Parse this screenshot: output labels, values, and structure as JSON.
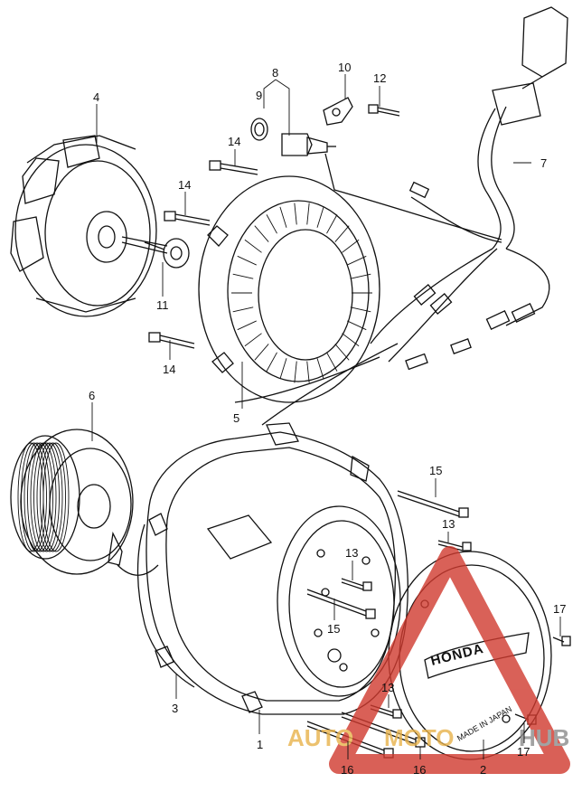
{
  "callouts": {
    "c1": "1",
    "c2": "2",
    "c3": "3",
    "c4": "4",
    "c5": "5",
    "c6": "6",
    "c7": "7",
    "c8": "8",
    "c9": "9",
    "c10": "10",
    "c11": "11",
    "c12": "12",
    "c13a": "13",
    "c13b": "13",
    "c13c": "13",
    "c14a": "14",
    "c14b": "14",
    "c14c": "14",
    "c15a": "15",
    "c15b": "15",
    "c16a": "16",
    "c16b": "16",
    "c17a": "17",
    "c17b": "17"
  },
  "badge": {
    "brand": "HONDA",
    "made_in": "MADE IN JAPAN"
  },
  "watermark": {
    "left": "AUTO",
    "middle": "MOTO",
    "right": "HUB"
  },
  "colors": {
    "line": "#111111",
    "watermark_red": "#d0392e",
    "watermark_gold": "#e8b24a",
    "watermark_gray": "#8c8c8c"
  }
}
